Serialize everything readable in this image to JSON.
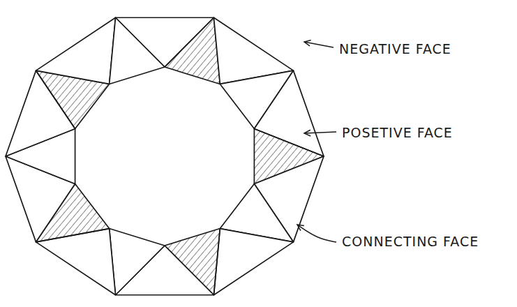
{
  "diagram": {
    "labels": [
      "NEGATIVE FACE",
      "POSETIVE FACE",
      "CONNECTING FACE"
    ]
  }
}
